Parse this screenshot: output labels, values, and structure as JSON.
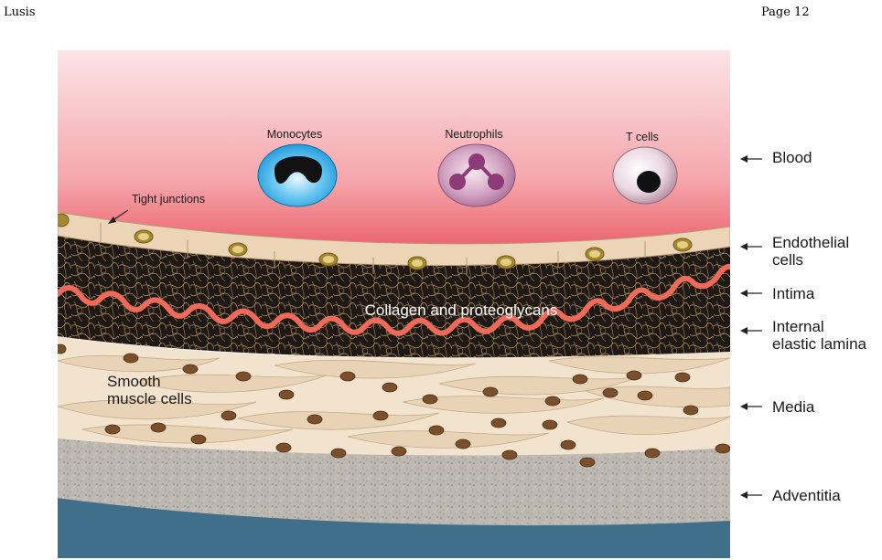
{
  "header": {
    "left": "Lusis",
    "right": "Page 12"
  },
  "cells": {
    "monocytes": "Monocytes",
    "neutrophils": "Neutrophils",
    "tcells": "T cells",
    "tight_junctions": "Tight junctions"
  },
  "inner_labels": {
    "collagen": "Collagen and proteoglycans",
    "smc_line1": "Smooth",
    "smc_line2": "muscle cells"
  },
  "layers": {
    "blood": "Blood",
    "endothelial_line1": "Endothelial",
    "endothelial_line2": "cells",
    "intima": "Intima",
    "iel_line1": "Internal",
    "iel_line2": "elastic lamina",
    "media": "Media",
    "adventitia": "Adventitia"
  },
  "colors": {
    "blood_top": "#fbe3e3",
    "blood_bottom": "#e8424d",
    "endothelium": "#ecd5b8",
    "nucleus": "#8a5a2a",
    "intima_bg": "#1e1814",
    "collagen_fiber": "#a8875c",
    "elastic_lamina": "#f06a5a",
    "media_bg": "#f3e4d0",
    "adventitia": "#b9b3ad",
    "lumen_blue": "#3f6f8a",
    "monocyte": "#1aa3e0",
    "neutrophil": "#c48fb4",
    "tcell": "#e8d4dc"
  }
}
